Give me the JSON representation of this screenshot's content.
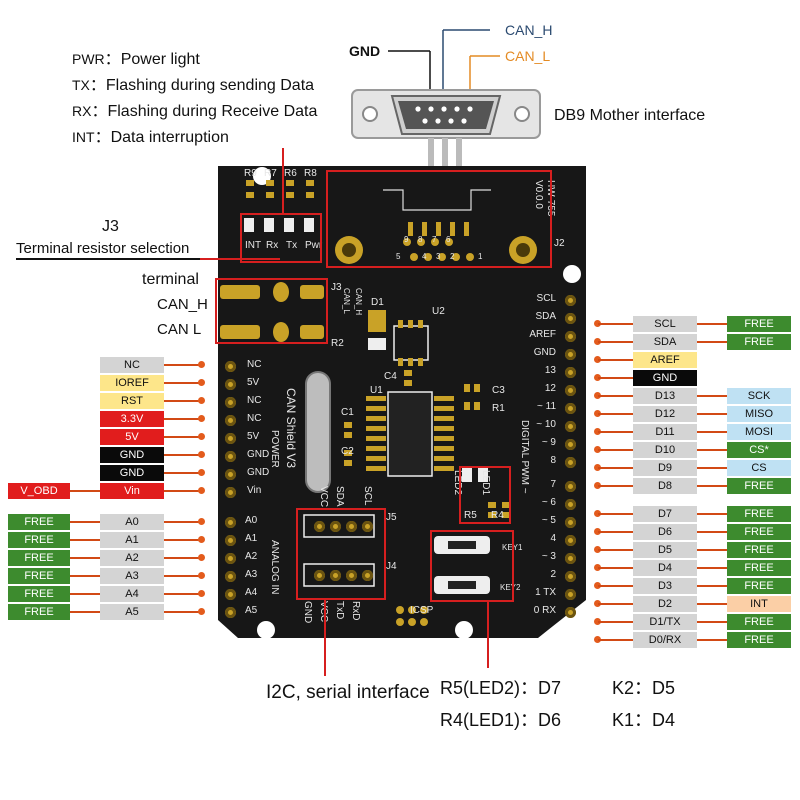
{
  "legend": [
    {
      "key": "PWR",
      "sep": "：",
      "text": "Power light"
    },
    {
      "key": "TX",
      "sep": "：",
      "text": "Flashing during sending Data"
    },
    {
      "key": "RX",
      "sep": "：",
      "text": "Flashing during Receive Data"
    },
    {
      "key": "INT",
      "sep": "：",
      "text": "Data interruption"
    }
  ],
  "db9": {
    "gnd": "GND",
    "can_h": "CAN_H",
    "can_l": "CAN_L",
    "label": "DB9 Mother interface"
  },
  "j3": {
    "title": "J3",
    "subtitle": "Terminal resistor selection",
    "terminal": "terminal",
    "can_h": "CAN_H",
    "can_l": "CAN  L"
  },
  "colors": {
    "green": "#3d8b2e",
    "yellow": "#fde68a",
    "red": "#e11d1d",
    "blue": "#bfe1f3",
    "peach": "#fbcfa6",
    "board": "#1a1a1a",
    "highlight": "#d61f1f",
    "pin_gold": "#c9a227"
  },
  "left_power": [
    {
      "name": "NC",
      "color": "gray"
    },
    {
      "name": "IOREF",
      "color": "yellow"
    },
    {
      "name": "RST",
      "color": "yellow"
    },
    {
      "name": "3.3V",
      "color": "red"
    },
    {
      "name": "5V",
      "color": "red"
    },
    {
      "name": "GND",
      "color": "black"
    },
    {
      "name": "GND",
      "color": "black"
    },
    {
      "name": "Vin",
      "color": "red",
      "extra": "V_OBD"
    }
  ],
  "left_analog": [
    {
      "free": "FREE",
      "name": "A0"
    },
    {
      "free": "FREE",
      "name": "A1"
    },
    {
      "free": "FREE",
      "name": "A2"
    },
    {
      "free": "FREE",
      "name": "A3"
    },
    {
      "free": "FREE",
      "name": "A4"
    },
    {
      "free": "FREE",
      "name": "A5"
    }
  ],
  "right_top": [
    {
      "name": "SCL",
      "name_color": "gray",
      "func": "FREE",
      "func_color": "green"
    },
    {
      "name": "SDA",
      "name_color": "gray",
      "func": "FREE",
      "func_color": "green"
    },
    {
      "name": "AREF",
      "name_color": "yellow",
      "func": "",
      "func_color": ""
    },
    {
      "name": "GND",
      "name_color": "black",
      "func": "",
      "func_color": ""
    },
    {
      "name": "D13",
      "name_color": "gray",
      "func": "SCK",
      "func_color": "blue"
    },
    {
      "name": "D12",
      "name_color": "gray",
      "func": "MISO",
      "func_color": "blue"
    },
    {
      "name": "D11",
      "name_color": "gray",
      "func": "MOSI",
      "func_color": "blue"
    },
    {
      "name": "D10",
      "name_color": "gray",
      "func": "CS*",
      "func_color": "green"
    },
    {
      "name": "D9",
      "name_color": "gray",
      "func": "CS",
      "func_color": "blue"
    },
    {
      "name": "D8",
      "name_color": "gray",
      "func": "FREE",
      "func_color": "green"
    }
  ],
  "right_bottom": [
    {
      "name": "D7",
      "func": "FREE",
      "func_color": "green"
    },
    {
      "name": "D6",
      "func": "FREE",
      "func_color": "green"
    },
    {
      "name": "D5",
      "func": "FREE",
      "func_color": "green"
    },
    {
      "name": "D4",
      "func": "FREE",
      "func_color": "green"
    },
    {
      "name": "D3",
      "func": "FREE",
      "func_color": "green"
    },
    {
      "name": "D2",
      "func": "INT",
      "func_color": "peach"
    },
    {
      "name": "D1/TX",
      "func": "FREE",
      "func_color": "green"
    },
    {
      "name": "D0/RX",
      "func": "FREE",
      "func_color": "green"
    }
  ],
  "board_silk": {
    "model": "HW-755",
    "version": "V0.0.0",
    "name": "CAN Shield V3",
    "power": "POWER",
    "analog": "ANALOG IN",
    "digital": "DIGITAL PWM ~",
    "icsp": "ICSP",
    "led_labels": [
      "INT",
      "Rx",
      "Tx",
      "Pwr"
    ],
    "res_labels": [
      "R9",
      "R7",
      "R6",
      "R8"
    ],
    "power_pins": [
      "NC",
      "5V",
      "NC",
      "NC",
      "5V",
      "GND",
      "GND",
      "Vin"
    ],
    "analog_pins": [
      "A0",
      "A1",
      "A2",
      "A3",
      "A4",
      "A5"
    ],
    "digital_top_pins": [
      "SCL",
      "SDA",
      "AREF",
      "GND",
      "13",
      "12",
      "~ 11",
      "~ 10",
      "~ 9",
      "8"
    ],
    "digital_bottom_pins": [
      "7",
      "~ 6",
      "~ 5",
      "4",
      "~ 3",
      "2",
      "1 TX",
      "0 RX"
    ],
    "header_pins": [
      "GND",
      "VCC",
      "TxD",
      "RxD"
    ],
    "i2c_pins": [
      "VCC",
      "SDA",
      "SCL"
    ],
    "parts": [
      "D1",
      "U2",
      "U1",
      "C4",
      "C3",
      "R1",
      "C1",
      "C2",
      "LED2",
      "LED1",
      "R5",
      "R4",
      "KEY1",
      "KEY2",
      "J2",
      "J3",
      "R2",
      "J5",
      "J4",
      "CAN_L",
      "CAN_H"
    ],
    "db9_numbers": [
      "9",
      "8",
      "7",
      "6",
      "5",
      "4",
      "3",
      "2",
      "1"
    ]
  },
  "bottom": {
    "serial": "I2C, serial interface",
    "r5": "R5(LED2)：D7",
    "r4": "R4(LED1)：D6",
    "k2": "K2：D5",
    "k1": "K1：D4"
  }
}
